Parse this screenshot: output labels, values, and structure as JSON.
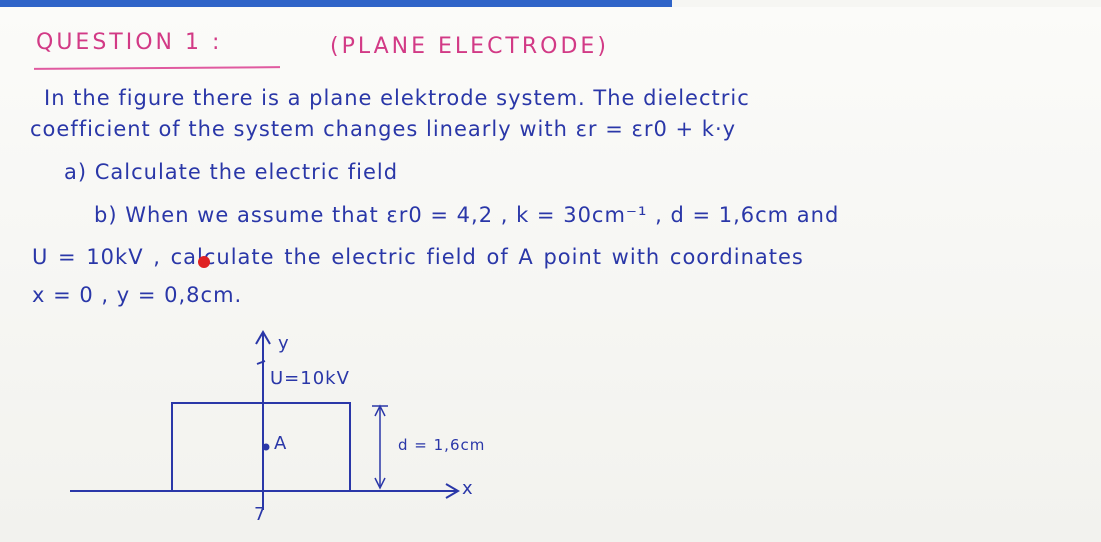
{
  "header": {
    "question_label": "QUESTION 1 :",
    "question_title": "(PLANE ELECTRODE)"
  },
  "body": {
    "line1": "In the figure there is a plane elektrode system. The dielectric",
    "line2": "coefficient of the system changes linearly with  εr = εr0 + k·y",
    "part_a": "a) Calculate the electric field",
    "part_b": "b) When we assume that  εr0 = 4,2 , k = 30cm⁻¹ , d = 1,6cm and",
    "line_u": "U = 10kV , calculate the electric field of A point with coordinates",
    "line_coords": "x = 0 , y = 0,8cm."
  },
  "figure": {
    "y_axis_label": "y",
    "voltage_label": "U=10kV",
    "point_label": "A",
    "distance_label": "d = 1,6cm",
    "x_axis_label": "x",
    "ground_label": "7"
  },
  "colors": {
    "ink": "#2a37a8",
    "title_ink": "#d23a86",
    "marker": "#e02222",
    "top_bar": "#2f64c8"
  }
}
